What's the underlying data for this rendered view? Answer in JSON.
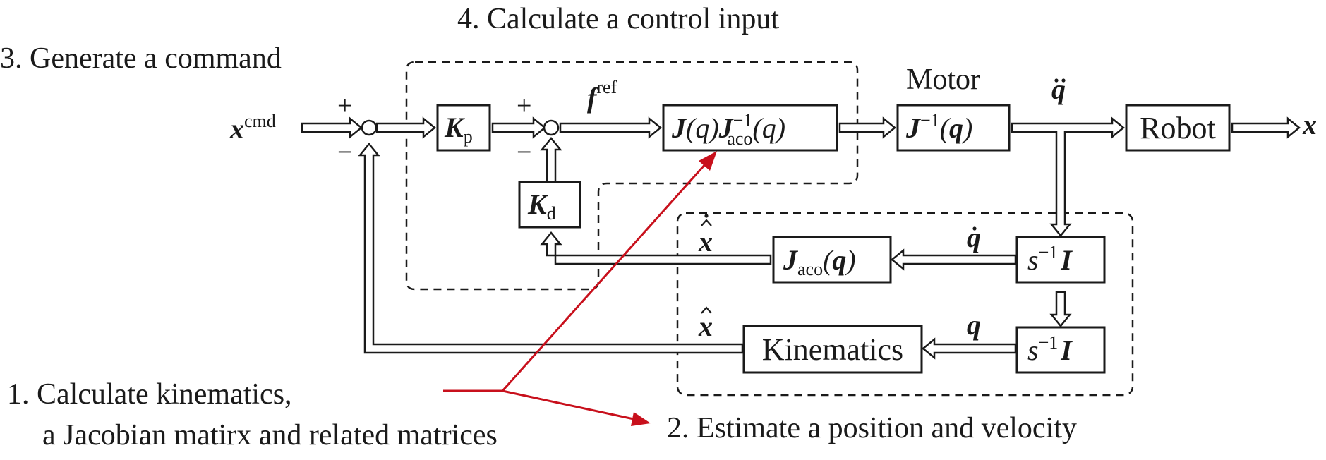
{
  "annotations": {
    "step1_line1": "1. Calculate kinematics,",
    "step1_line2": "a Jacobian matirx and related matrices",
    "step2": "2. Estimate a position and velocity",
    "step3": "3. Generate a command",
    "step4": "4. Calculate a control input",
    "motor": "Motor"
  },
  "blocks": {
    "kp": {
      "main": "K",
      "sub": "p"
    },
    "kd": {
      "main": "K",
      "sub": "d"
    },
    "jjaco": {
      "a": "J",
      "b": "(q)",
      "c": "J",
      "sup": "−1",
      "sub": "aco",
      "d": "(q)"
    },
    "jinv": {
      "a": "J",
      "sup": "−1",
      "b": "(",
      "c": "q",
      "d": ")"
    },
    "robot": "Robot",
    "jaco": {
      "a": "J",
      "sub": "aco",
      "b": "(",
      "c": "q",
      "d": ")"
    },
    "int1": {
      "a": "s",
      "sup": "−1",
      "b": "I"
    },
    "int2": {
      "a": "s",
      "sup": "−1",
      "b": "I"
    },
    "kinematics": "Kinematics"
  },
  "signals": {
    "xcmd": {
      "main": "x",
      "sup": "cmd"
    },
    "x_out": "x",
    "fref": {
      "main": "f",
      "sup": "ref"
    },
    "qddot": "q",
    "qdot": "q",
    "q": "q",
    "xhat_dot": "x",
    "xhat": "x"
  },
  "signs": {
    "sum1_plus": "+",
    "sum1_minus": "−",
    "sum2_plus": "+",
    "sum2_minus": "−"
  }
}
